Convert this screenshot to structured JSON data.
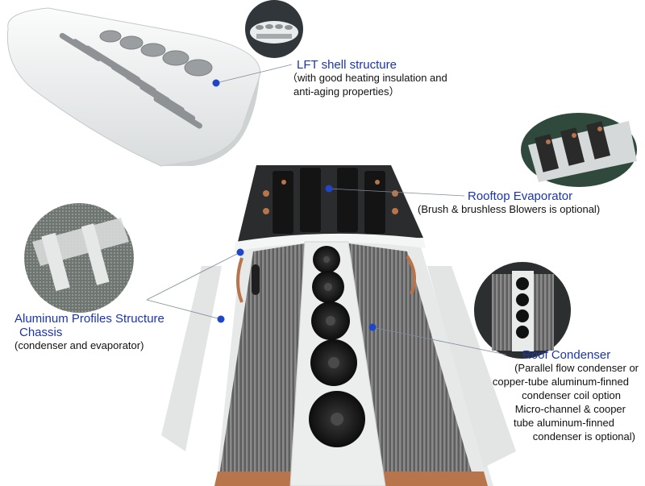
{
  "colors": {
    "title_blue": "#1a35b0",
    "marker_blue": "#1f46c8",
    "shell_white": "#eef0f0",
    "condenser_metal": "#6d6d6d",
    "copper": "#b8744a"
  },
  "labels": {
    "shell": {
      "title": "LFT shell structure",
      "desc1": "（with good heating insulation and",
      "desc2": "anti-aging properties）"
    },
    "evaporator": {
      "title": "Rooftop Evaporator",
      "desc1": "(Brush & brushless Blowers is optional)"
    },
    "chassis": {
      "title1": "Aluminum Profiles Structure",
      "title2": "Chassis",
      "desc1": "(condenser and evaporator)"
    },
    "condenser": {
      "title": "Roof Condenser",
      "desc1": "(Parallel flow condenser or",
      "desc2": "copper-tube aluminum-finned",
      "desc3": "condenser coil option",
      "desc4": "Micro-channel & cooper",
      "desc5": "tube aluminum-finned",
      "desc6": "condenser is optional)"
    }
  }
}
